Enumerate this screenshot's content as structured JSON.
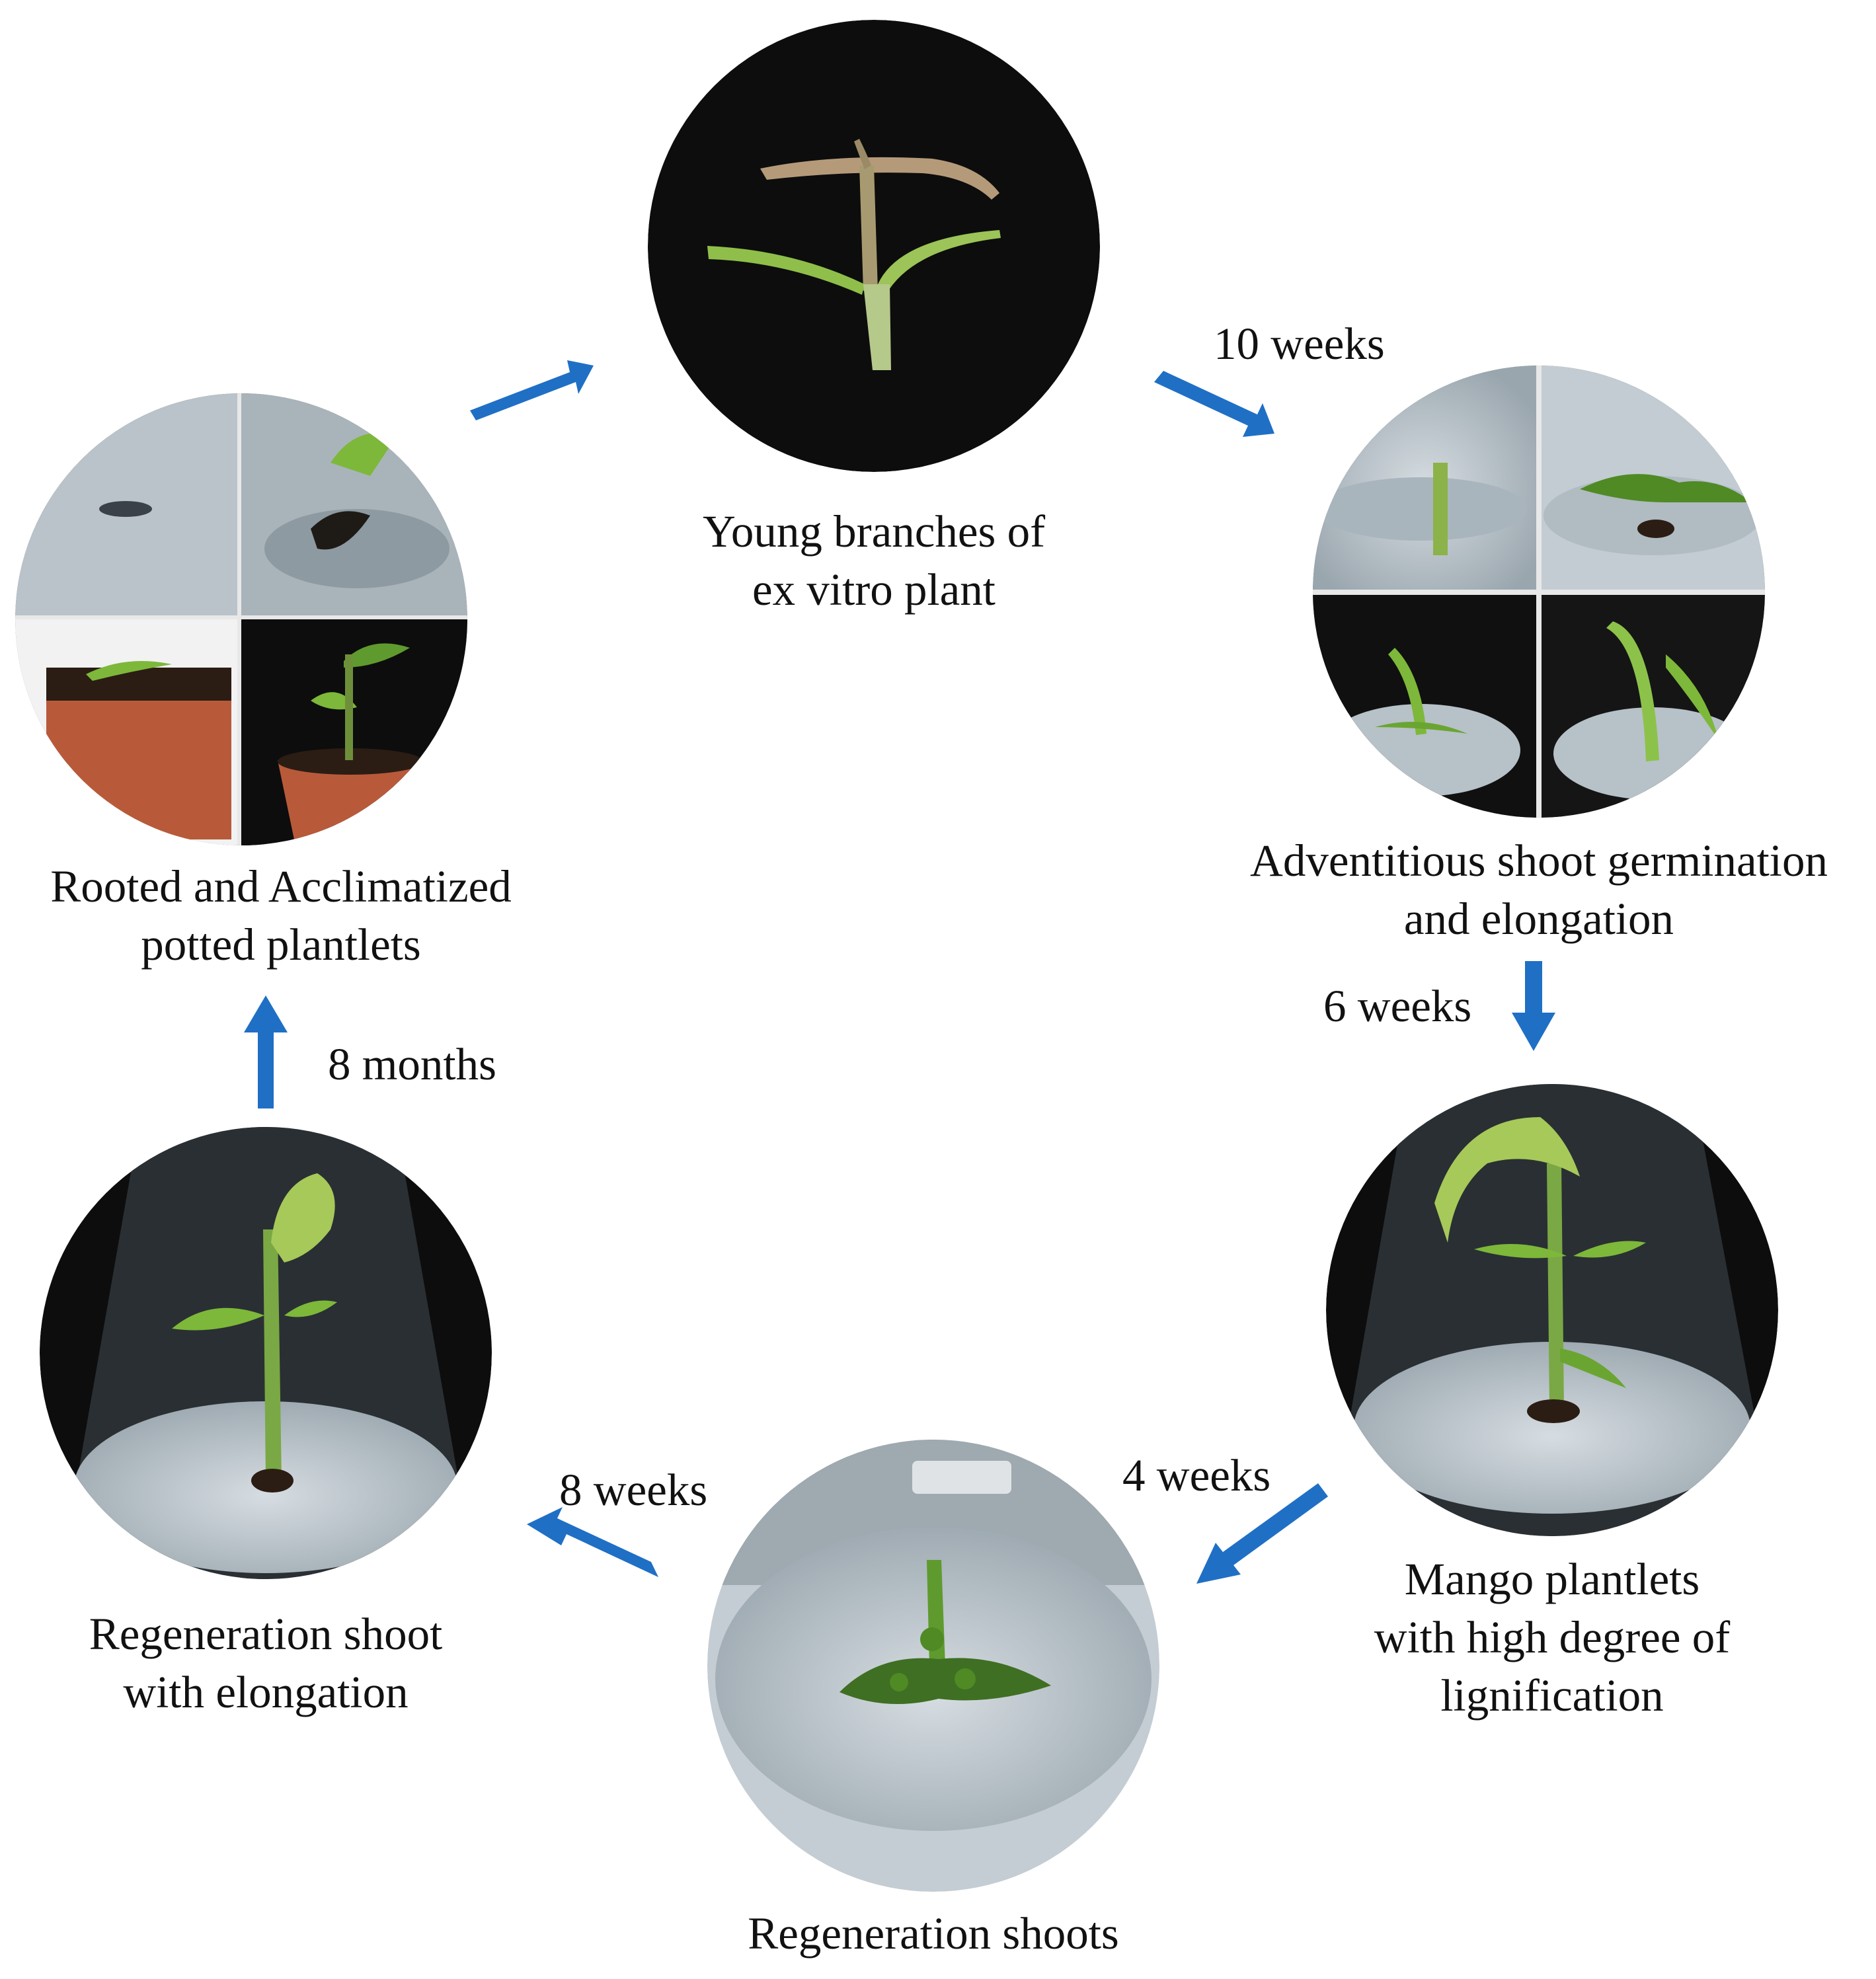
{
  "stages": {
    "young_branches": {
      "line1": "Young branches of",
      "line2": "ex vitro plant"
    },
    "adventitious": {
      "line1": "Adventitious shoot germination",
      "line2": "and elongation"
    },
    "mango_plantlets": {
      "line1": "Mango plantlets",
      "line2": "with high degree of",
      "line3": "lignification"
    },
    "regeneration_shoots": {
      "line1": "Regeneration shoots"
    },
    "regeneration_elongation": {
      "line1": "Regeneration shoot",
      "line2": "with elongation"
    },
    "rooted": {
      "line1": "Rooted and Acclimatized",
      "line2": "potted plantlets"
    }
  },
  "durations": {
    "young_to_adventitious": "10 weeks",
    "adventitious_to_mango": "6 weeks",
    "mango_to_regeneration": "4 weeks",
    "regeneration_to_elongation": "8 weeks",
    "elongation_to_rooted": "8 months"
  },
  "colors": {
    "arrow": "#1f6fc5",
    "photo_black": "#0d0d0d",
    "agar": "#b9c3cb",
    "leaf": "#7db83a",
    "leaf_dark": "#4f8a24",
    "stem": "#9cb86a",
    "soil": "#2b1d14",
    "pot": "#b85a3a"
  },
  "icons": {
    "arrow": "arrow-icon"
  }
}
